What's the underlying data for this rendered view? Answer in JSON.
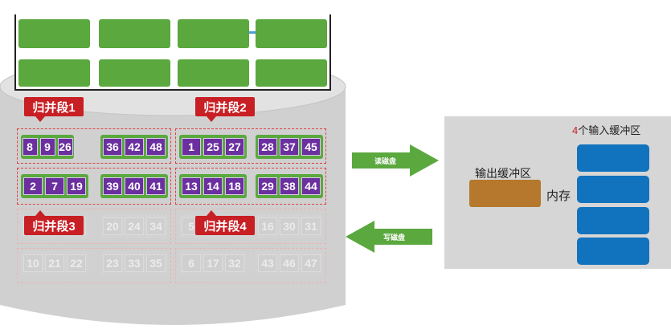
{
  "top_blocks_rows": 2,
  "segment_labels": [
    "归并段1",
    "归并段2",
    "归并段3",
    "归并段4"
  ],
  "disk_rows": [
    [
      [
        "8",
        "9",
        "26"
      ],
      [
        "36",
        "42",
        "48"
      ],
      [
        "1",
        "25",
        "27"
      ],
      [
        "28",
        "37",
        "45"
      ]
    ],
    [
      [
        "2",
        "7",
        "19"
      ],
      [
        "39",
        "40",
        "41"
      ],
      [
        "13",
        "14",
        "18"
      ],
      [
        "29",
        "38",
        "44"
      ]
    ],
    [
      [
        "",
        "",
        ""
      ],
      [
        "20",
        "24",
        "34"
      ],
      [
        "5",
        "",
        ""
      ],
      [
        "16",
        "30",
        "31"
      ]
    ],
    [
      [
        "10",
        "21",
        "22"
      ],
      [
        "23",
        "33",
        "35"
      ],
      [
        "6",
        "17",
        "32"
      ],
      [
        "43",
        "46",
        "47"
      ]
    ]
  ],
  "arrows": {
    "read_label": "读磁盘",
    "write_label": "写磁盘"
  },
  "memory": {
    "input_count": "4",
    "input_title_rest": "个输入缓冲区",
    "output_title": "输出缓冲区",
    "memory_label": "内存"
  },
  "colors": {
    "block_green": "#5aa83e",
    "cell_purple": "#6b2fa0",
    "label_red": "#c81f25",
    "input_buffer_blue": "#1173bd",
    "output_buffer_brown": "#b5782c",
    "memory_panel_gray": "#d6d6d6",
    "disk_gray": "#d0d0d0"
  }
}
